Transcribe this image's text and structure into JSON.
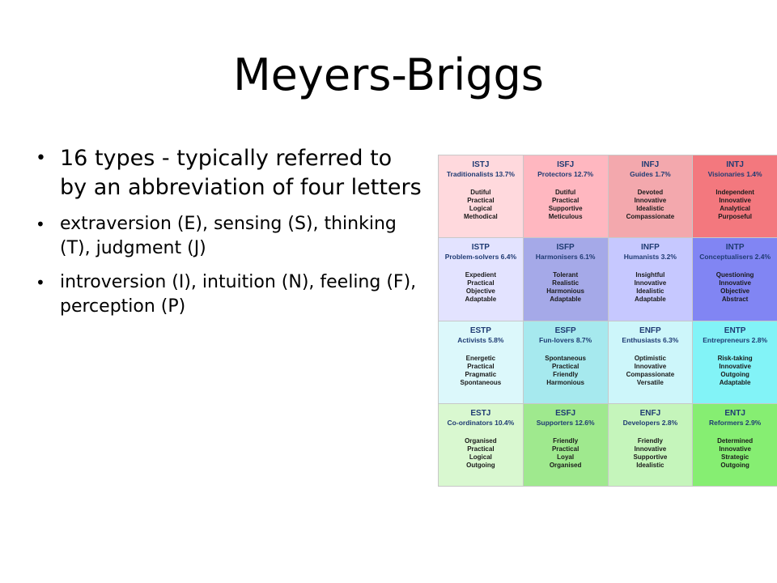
{
  "slide": {
    "title": "Meyers-Briggs",
    "bullets": [
      "16 types  - typically referred to by an abbreviation of four letters",
      "extraversion (E), sensing (S), thinking (T), judgment (J)",
      " introversion (I), intuition (N), feeling (F), perception (P)"
    ]
  },
  "types_grid": [
    {
      "code": "ISTJ",
      "role": "Traditionalists 13.7%",
      "traits": [
        "Dutiful",
        "Practical",
        "Logical",
        "Methodical"
      ],
      "color": "#ffd9dd"
    },
    {
      "code": "ISFJ",
      "role": "Protectors 12.7%",
      "traits": [
        "Dutiful",
        "Practical",
        "Supportive",
        "Meticulous"
      ],
      "color": "#ffb7c0"
    },
    {
      "code": "INFJ",
      "role": "Guides 1.7%",
      "traits": [
        "Devoted",
        "Innovative",
        "Idealistic",
        "Compassionate"
      ],
      "color": "#f3a8ad"
    },
    {
      "code": "INTJ",
      "role": "Visionaries 1.4%",
      "traits": [
        "Independent",
        "Innovative",
        "Analytical",
        "Purposeful"
      ],
      "color": "#f3787e"
    },
    {
      "code": "ISTP",
      "role": "Problem-solvers 6.4%",
      "traits": [
        "Expedient",
        "Practical",
        "Objective",
        "Adaptable"
      ],
      "color": "#e3e3ff"
    },
    {
      "code": "ISFP",
      "role": "Harmonisers 6.1%",
      "traits": [
        "Tolerant",
        "Realistic",
        "Harmonious",
        "Adaptable"
      ],
      "color": "#a5a9e8"
    },
    {
      "code": "INFP",
      "role": "Humanists 3.2%",
      "traits": [
        "Insightful",
        "Innovative",
        "Idealistic",
        "Adaptable"
      ],
      "color": "#c6c8ff"
    },
    {
      "code": "INTP",
      "role": "Conceptualisers 2.4%",
      "traits": [
        "Questioning",
        "Innovative",
        "Objective",
        "Abstract"
      ],
      "color": "#8185f3"
    },
    {
      "code": "ESTP",
      "role": "Activists 5.8%",
      "traits": [
        "Energetic",
        "Practical",
        "Pragmatic",
        "Spontaneous"
      ],
      "color": "#dcf8fb"
    },
    {
      "code": "ESFP",
      "role": "Fun-lovers 8.7%",
      "traits": [
        "Spontaneous",
        "Practical",
        "Friendly",
        "Harmonious"
      ],
      "color": "#a6e9ee"
    },
    {
      "code": "ENFP",
      "role": "Enthusiasts 6.3%",
      "traits": [
        "Optimistic",
        "Innovative",
        "Compassionate",
        "Versatile"
      ],
      "color": "#cdf6fa"
    },
    {
      "code": "ENTP",
      "role": "Entrepreneurs 2.8%",
      "traits": [
        "Risk-taking",
        "Innovative",
        "Outgoing",
        "Adaptable"
      ],
      "color": "#82f3f7"
    },
    {
      "code": "ESTJ",
      "role": "Co-ordinators 10.4%",
      "traits": [
        "Organised",
        "Practical",
        "Logical",
        "Outgoing"
      ],
      "color": "#d9f8d0"
    },
    {
      "code": "ESFJ",
      "role": "Supporters 12.6%",
      "traits": [
        "Friendly",
        "Practical",
        "Loyal",
        "Organised"
      ],
      "color": "#9fe98e"
    },
    {
      "code": "ENFJ",
      "role": "Developers 2.8%",
      "traits": [
        "Friendly",
        "Innovative",
        "Supportive",
        "Idealistic"
      ],
      "color": "#c5f5bb"
    },
    {
      "code": "ENTJ",
      "role": "Reformers 2.9%",
      "traits": [
        "Determined",
        "Innovative",
        "Strategic",
        "Outgoing"
      ],
      "color": "#86ee72"
    }
  ]
}
